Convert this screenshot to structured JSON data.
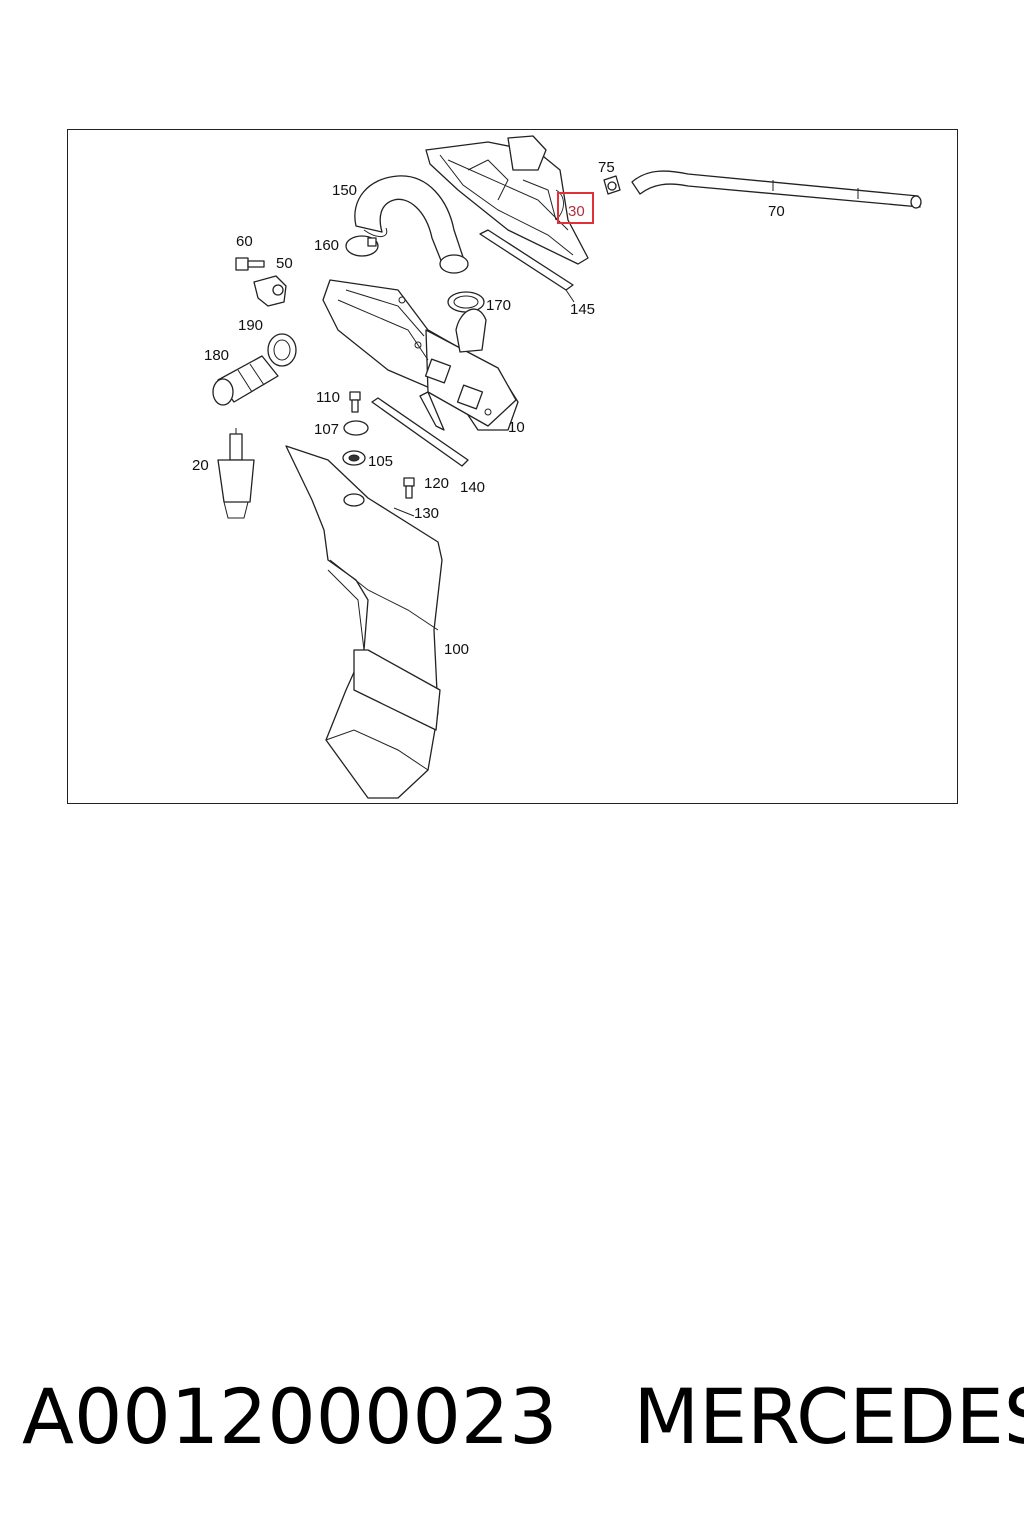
{
  "diagram": {
    "callouts": [
      {
        "id": "150",
        "label": "150"
      },
      {
        "id": "75",
        "label": "75"
      },
      {
        "id": "30",
        "label": "30",
        "highlighted": true
      },
      {
        "id": "70",
        "label": "70"
      },
      {
        "id": "60",
        "label": "60"
      },
      {
        "id": "160",
        "label": "160"
      },
      {
        "id": "50",
        "label": "50"
      },
      {
        "id": "170",
        "label": "170"
      },
      {
        "id": "145",
        "label": "145"
      },
      {
        "id": "190",
        "label": "190"
      },
      {
        "id": "180",
        "label": "180"
      },
      {
        "id": "110",
        "label": "110"
      },
      {
        "id": "107",
        "label": "107"
      },
      {
        "id": "10",
        "label": "10"
      },
      {
        "id": "105",
        "label": "105"
      },
      {
        "id": "20",
        "label": "20"
      },
      {
        "id": "120",
        "label": "120"
      },
      {
        "id": "140",
        "label": "140"
      },
      {
        "id": "130",
        "label": "130"
      },
      {
        "id": "100",
        "label": "100"
      }
    ],
    "highlight_color": "#e0303a"
  },
  "caption": {
    "part_number": "A0012000023",
    "brand": "MERCEDES"
  }
}
